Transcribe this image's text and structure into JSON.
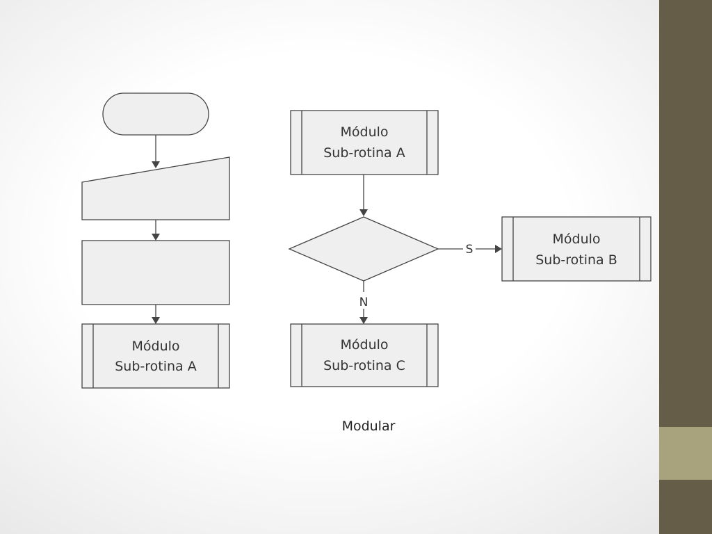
{
  "caption": "Modular",
  "colors": {
    "sidebar_dark": "#655d48",
    "sidebar_light": "#a8a37c",
    "shape_fill": "#efefef",
    "line": "#444444"
  },
  "flowchart_left": {
    "terminator_label": "",
    "input_label": "",
    "process_label": "",
    "module_a": {
      "line1": "Módulo",
      "line2": "Sub-rotina A"
    }
  },
  "flowchart_right": {
    "module_a": {
      "line1": "Módulo",
      "line2": "Sub-rotina A"
    },
    "decision_label": "",
    "module_b": {
      "line1": "Módulo",
      "line2": "Sub-rotina B"
    },
    "module_c": {
      "line1": "Módulo",
      "line2": "Sub-rotina C"
    },
    "yes_label": "S",
    "no_label": "N"
  }
}
